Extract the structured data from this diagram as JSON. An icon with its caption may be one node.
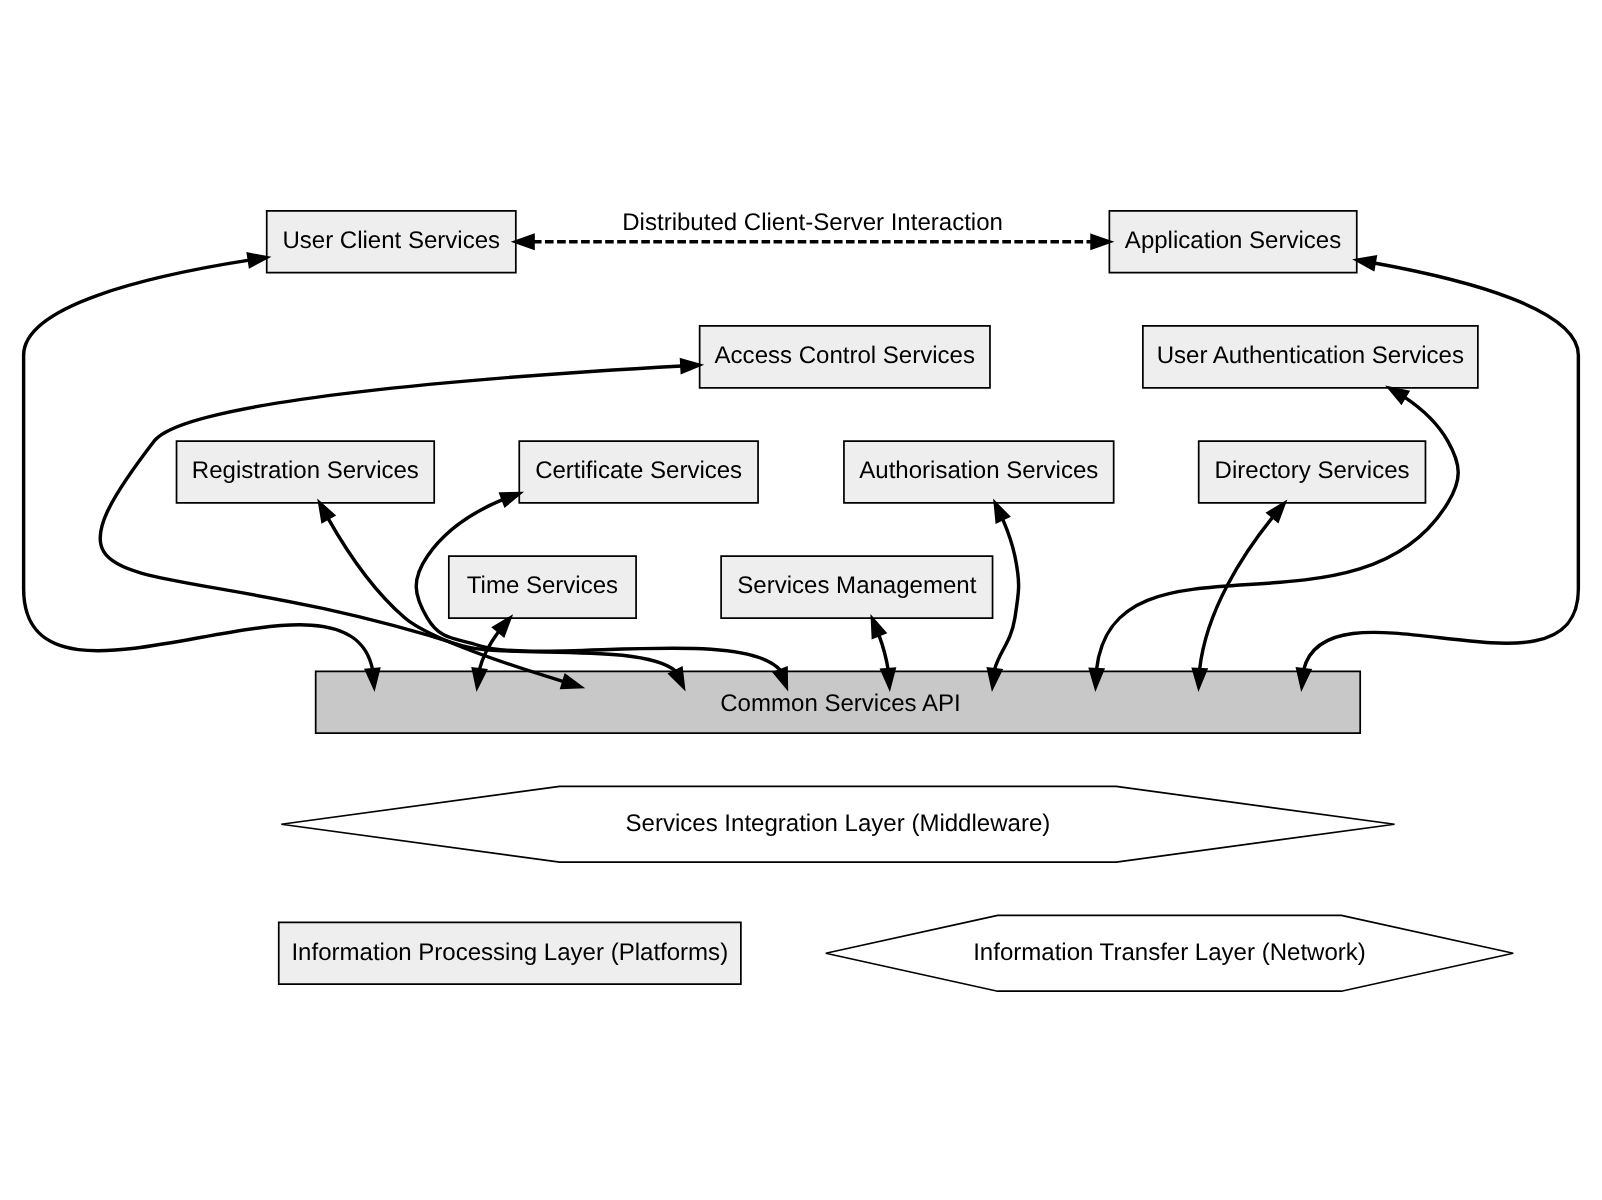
{
  "diagram": {
    "nodes": [
      {
        "text": [
          "User Client Services"
        ]
      },
      {
        "text": [
          "Application Services"
        ]
      },
      {
        "text": [
          "Access Control Services"
        ]
      },
      {
        "text": [
          "User Authentication Services"
        ]
      },
      {
        "text": [
          "Registration Services"
        ]
      },
      {
        "text": [
          "Certificate Services"
        ]
      },
      {
        "text": [
          "Authorisation Services"
        ]
      },
      {
        "text": [
          "Directory Services"
        ]
      },
      {
        "text": [
          "Time Services"
        ]
      },
      {
        "text": [
          "Services Management"
        ]
      },
      {
        "text": [
          "Common Services API"
        ]
      },
      {
        "text": [
          "Services Integration Layer (Middleware)"
        ]
      },
      {
        "text": [
          "Information Processing Layer (Platforms)"
        ]
      },
      {
        "text": [
          "Information Transfer Layer (Network)"
        ]
      }
    ],
    "edges": [
      {
        "from": 0,
        "to": 1,
        "arrow": "both",
        "style": "dashed",
        "label": "Distributed Client-Server Interaction"
      },
      {
        "from": 0,
        "to": 10,
        "arrow": "both"
      },
      {
        "from": 8,
        "to": 10,
        "arrow": "both"
      },
      {
        "from": 4,
        "to": 10,
        "arrow": "both"
      },
      {
        "from": 2,
        "to": 10,
        "arrow": "both"
      },
      {
        "from": 5,
        "to": 10,
        "arrow": "both"
      },
      {
        "from": 9,
        "to": 10,
        "arrow": "both"
      },
      {
        "from": 6,
        "to": 10,
        "arrow": "both"
      },
      {
        "from": 3,
        "to": 10,
        "arrow": "both"
      },
      {
        "from": 7,
        "to": 10,
        "arrow": "both"
      },
      {
        "from": 1,
        "to": 10,
        "arrow": "both"
      }
    ]
  }
}
